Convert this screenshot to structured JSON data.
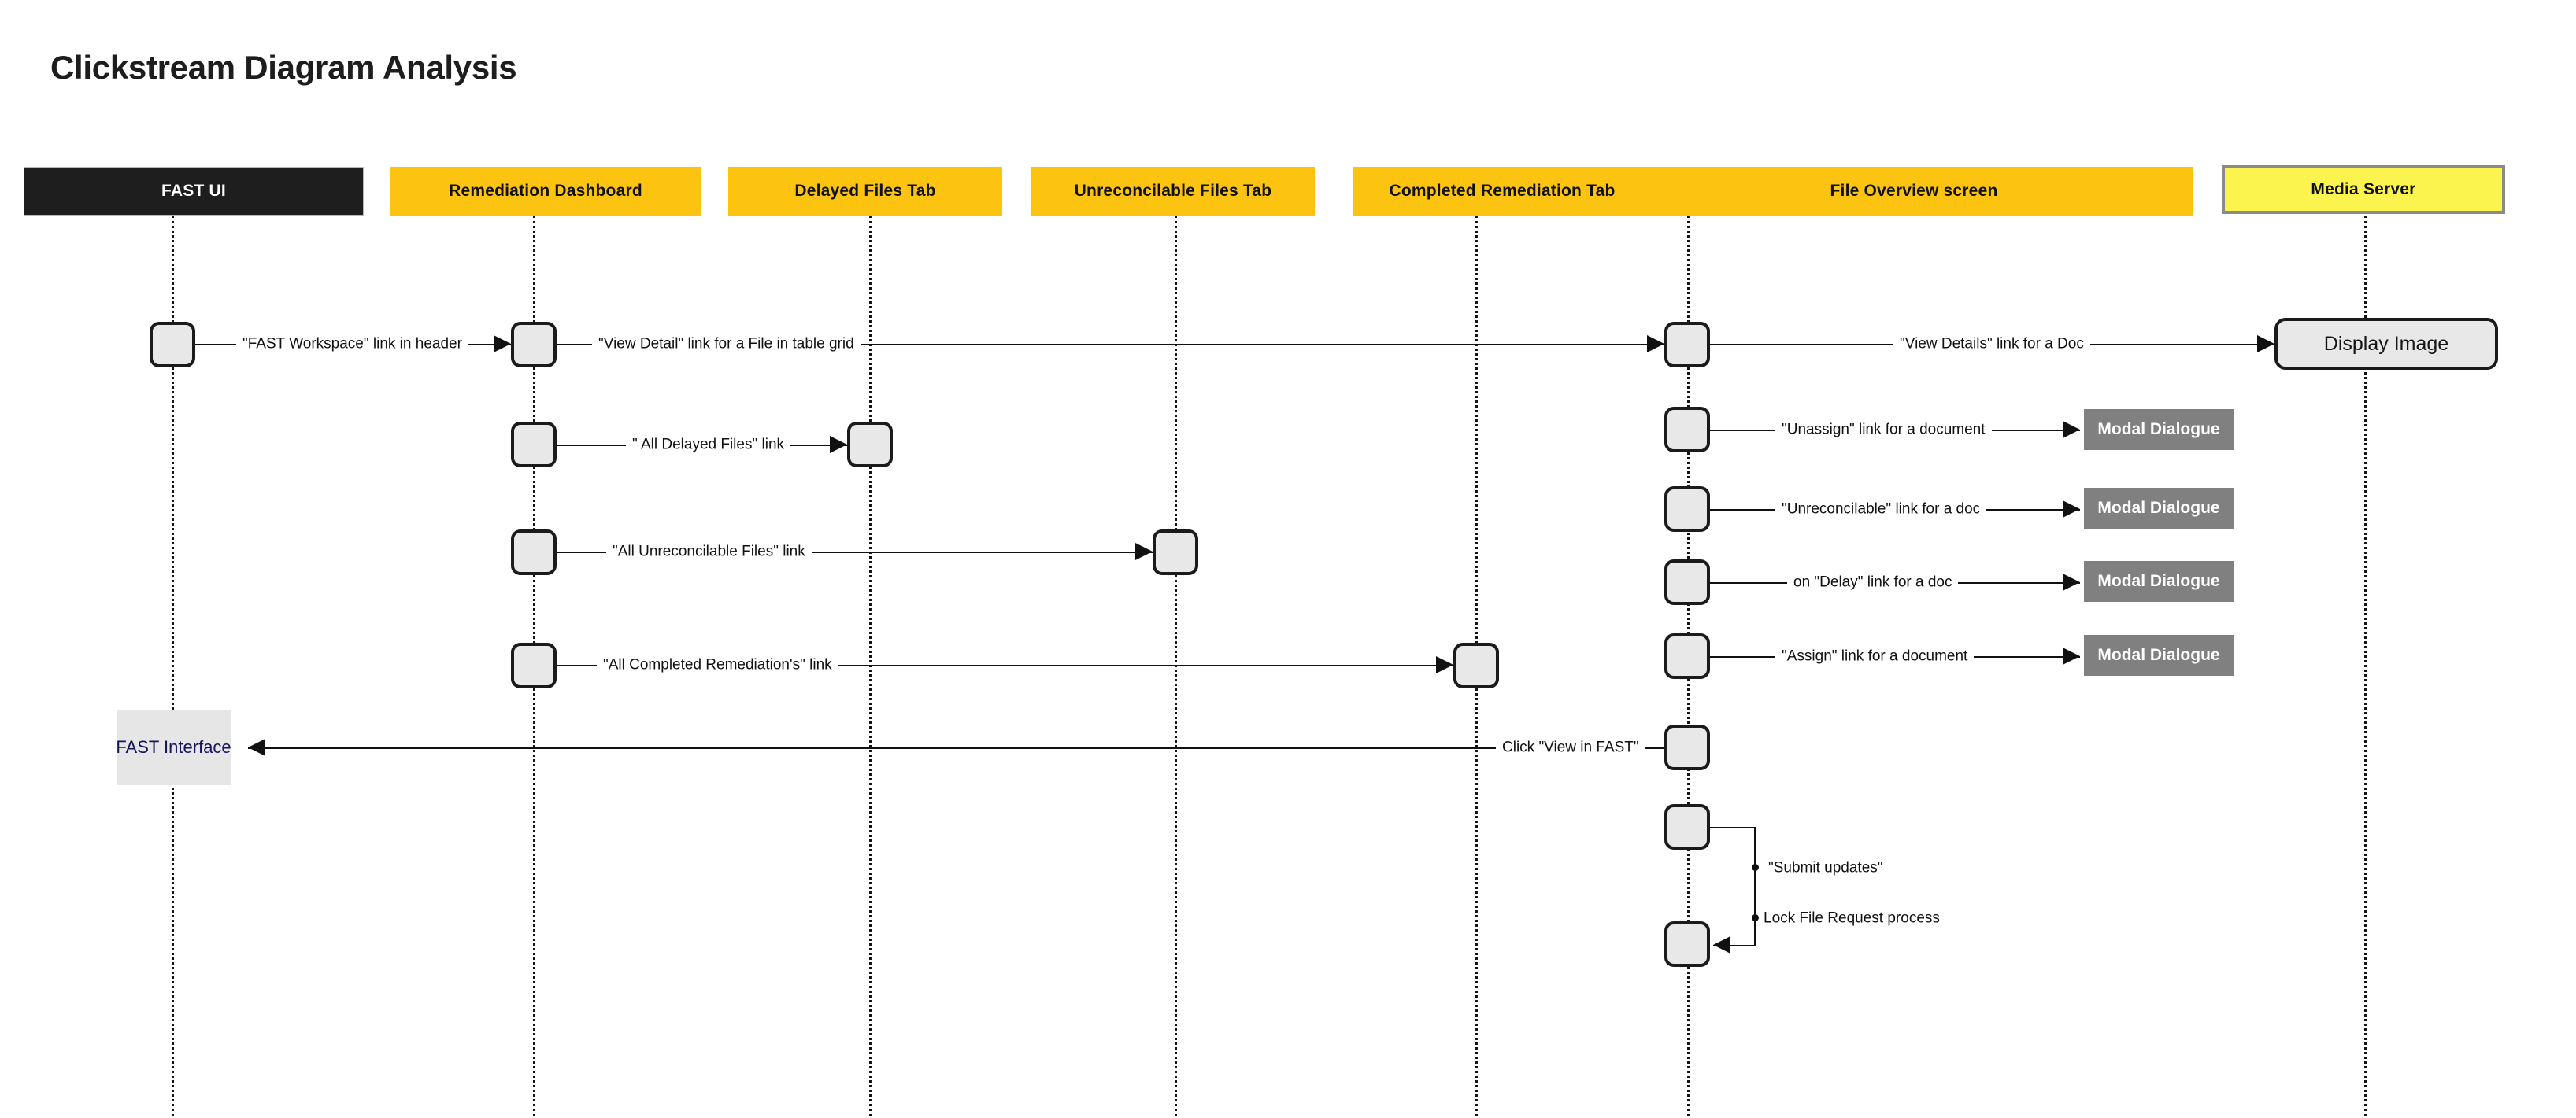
{
  "page": {
    "title": "Clickstream Diagram Analysis"
  },
  "colors": {
    "dark_header": "#1e1e1e",
    "amber_header": "#fcc310",
    "pale_yellow_header": "#fbf44f",
    "modal_grey": "#808080",
    "activation_fill": "#e8e8e8",
    "line": "#111111"
  },
  "lifelines": [
    {
      "label": "FAST UI",
      "style": "dark"
    },
    {
      "label": "Remediation Dashboard",
      "style": "amber"
    },
    {
      "label": "Delayed Files Tab",
      "style": "amber"
    },
    {
      "label": "Unreconcilable Files Tab",
      "style": "amber"
    },
    {
      "label": "Completed Remediation Tab",
      "style": "amber"
    },
    {
      "label": "File Overview screen",
      "style": "amber"
    },
    {
      "label": "Media Server",
      "style": "pale"
    }
  ],
  "nodes": [
    {
      "label": "Display Image",
      "kind": "rounded"
    },
    {
      "label": "FAST Interface",
      "kind": "plain"
    },
    {
      "label": "Modal Dialogue",
      "kind": "modal"
    },
    {
      "label": "Modal Dialogue",
      "kind": "modal"
    },
    {
      "label": "Modal Dialogue",
      "kind": "modal"
    },
    {
      "label": "Modal Dialogue",
      "kind": "modal"
    }
  ],
  "messages": [
    {
      "label": "\"FAST Workspace\" link in header",
      "from": "FAST UI",
      "to": "Remediation Dashboard",
      "direction": "right"
    },
    {
      "label": "\"View Detail\" link for a File in table grid",
      "from": "Remediation Dashboard",
      "to": "File Overview screen",
      "direction": "right"
    },
    {
      "label": "\"View Details\" link for a Doc",
      "from": "File Overview screen",
      "to": "Display Image",
      "direction": "right"
    },
    {
      "label": "\" All Delayed Files\" link",
      "from": "Remediation Dashboard",
      "to": "Delayed Files Tab",
      "direction": "right"
    },
    {
      "label": "\"Unassign\" link for a document",
      "from": "File Overview screen",
      "to": "Modal Dialogue",
      "direction": "right"
    },
    {
      "label": "\"Unreconcilable\" link for a doc",
      "from": "File Overview screen",
      "to": "Modal Dialogue",
      "direction": "right"
    },
    {
      "label": "\"All Unreconcilable Files\" link",
      "from": "Remediation Dashboard",
      "to": "Unreconcilable Files Tab",
      "direction": "right"
    },
    {
      "label": "on \"Delay\" link for a doc",
      "from": "File Overview screen",
      "to": "Modal Dialogue",
      "direction": "right"
    },
    {
      "label": "\"Assign\" link for a document",
      "from": "File Overview screen",
      "to": "Modal Dialogue",
      "direction": "right"
    },
    {
      "label": "\"All Completed Remediation's\" link",
      "from": "Remediation Dashboard",
      "to": "Completed Remediation Tab",
      "direction": "right"
    },
    {
      "label": "Click \"View in FAST\"",
      "from": "File Overview screen",
      "to": "FAST Interface",
      "direction": "left"
    }
  ],
  "self_messages": [
    {
      "label": "\"Submit updates\"",
      "on": "File Overview screen"
    },
    {
      "label": "Lock File Request process",
      "on": "File Overview screen"
    }
  ]
}
